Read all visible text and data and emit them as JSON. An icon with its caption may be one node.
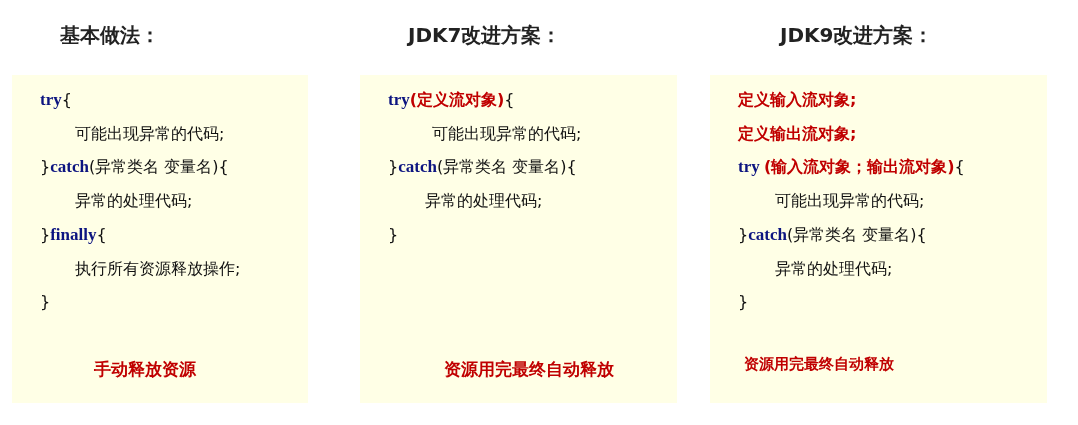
{
  "diagram": {
    "nodes": [
      {
        "text": [
          "基本做法：",
          "**try**{",
          "可能出现异常的代码;",
          "}**catch**(异常类名 变量名){",
          "异常的处理代码;",
          "}**finally**{",
          "执行所有资源释放操作;",
          "}",
          "手动释放资源"
        ]
      },
      {
        "text": [
          "JDK7改进方案：",
          "try**(定义流对象)**{",
          "可能出现异常的代码;",
          "}**catch**(异常类名 变量名){",
          "异常的处理代码;",
          "}",
          "资源用完最终自动释放"
        ]
      },
      {
        "text": [
          "JDK9改进方案：",
          "定义输入流对象;",
          "定义输出流对象;",
          "try **(输入流对象；输出流对象)**{",
          "可能出现异常的代码;",
          "}**catch**(异常类名 变量名){",
          "异常的处理代码;",
          "}",
          "资源用完最终自动释放"
        ]
      }
    ]
  }
}
